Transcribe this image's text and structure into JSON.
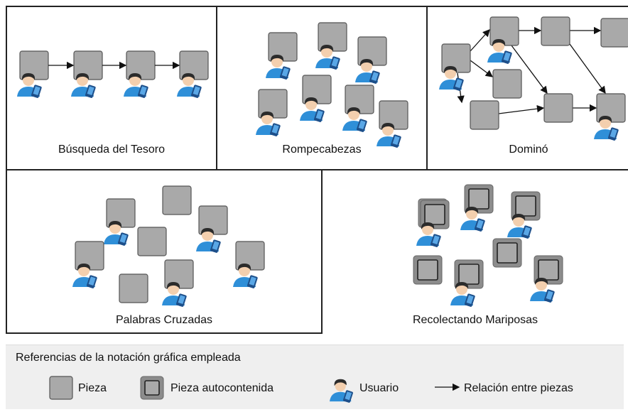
{
  "panels": {
    "treasure_hunt": {
      "title": "Búsqueda del Tesoro"
    },
    "puzzle": {
      "title": "Rompecabezas"
    },
    "domino": {
      "title": "Dominó"
    },
    "crossword": {
      "title": "Palabras Cruzadas"
    },
    "butterflies": {
      "title": "Recolectando Mariposas"
    }
  },
  "legend": {
    "title": "Referencias de la notación gráfica empleada",
    "items": {
      "piece": "Pieza",
      "selfcontained": "Pieza autocontenida",
      "user": "Usuario",
      "relation": "Relación entre piezas"
    }
  },
  "colors": {
    "piece_fill": "#a9a9a9",
    "piece_stroke": "#555555",
    "frame_fill": "#8c8c8c",
    "user_shirt": "#2f8fd8",
    "user_hair": "#2b2b2b",
    "skin": "#f3cfae",
    "phone": "#1d4f8a"
  },
  "icons": {
    "piece": "gray-square-icon",
    "selfcontained": "framed-square-icon",
    "user": "user-with-phone-icon",
    "relation": "arrow-right-icon"
  }
}
